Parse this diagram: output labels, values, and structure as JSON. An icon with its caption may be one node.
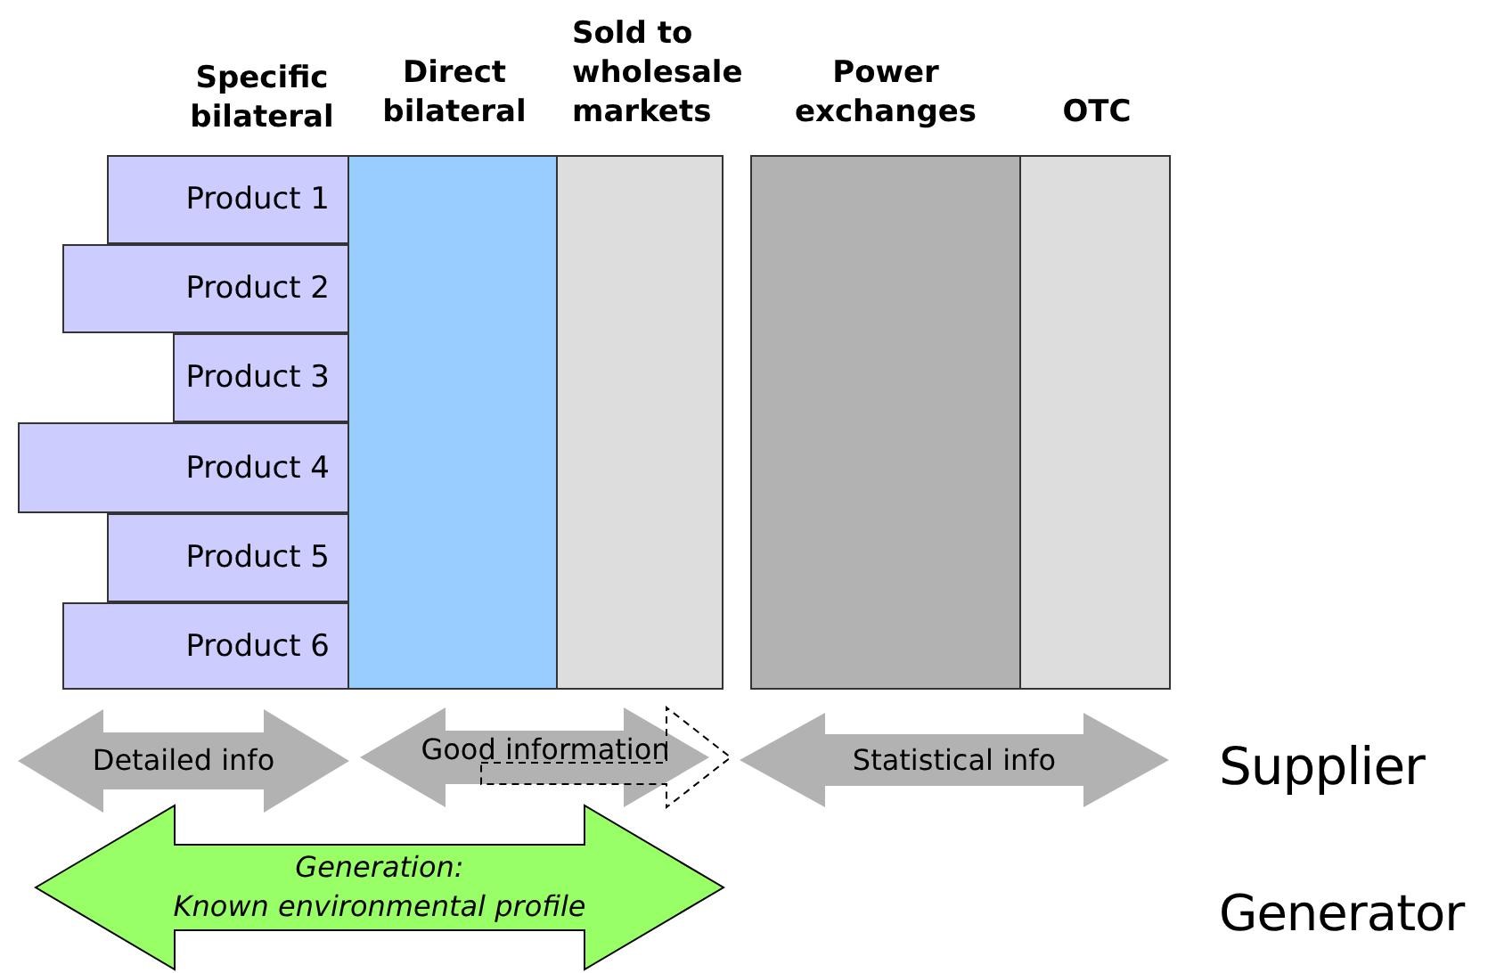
{
  "diagram": {
    "nodes": [
      {
        "text": [
          "Product 1"
        ]
      },
      {
        "text": [
          "Product 2"
        ]
      },
      {
        "text": [
          "Product 3"
        ]
      },
      {
        "text": [
          "Product 4"
        ]
      },
      {
        "text": [
          "Product 5"
        ]
      },
      {
        "text": [
          "Product 6"
        ]
      },
      {
        "text": [
          "Direct bilateral"
        ]
      },
      {
        "text": [
          "Sold to wholesale markets"
        ]
      },
      {
        "text": [
          "Power exchanges"
        ]
      },
      {
        "text": [
          "OTC"
        ]
      },
      {
        "text": [
          "Detailed info"
        ]
      },
      {
        "text": [
          "Good information"
        ]
      },
      {
        "text": [
          "Statistical info"
        ]
      },
      {
        "text": [
          "Generation:",
          "Known environmental profile"
        ]
      }
    ],
    "edges": [],
    "labels": [
      "Specific bilateral",
      "Supplier",
      "Generator"
    ]
  }
}
